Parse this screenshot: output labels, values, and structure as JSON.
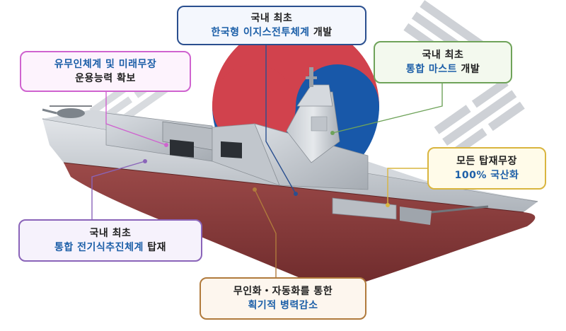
{
  "callouts": {
    "aegis": {
      "line1": "국내 최초",
      "line2_highlight": "한국형 이지스전투체계",
      "line2_suffix": " 개발"
    },
    "unmanned": {
      "line1_highlight": "유무인체계 및 미래무장",
      "line2": "운용능력 확보"
    },
    "mast": {
      "line1": "국내 최초",
      "line2_highlight": "통합 마스트",
      "line2_suffix": " 개발"
    },
    "arms": {
      "line1": "모든 탑재무장",
      "line2_highlight": "100% 국산화"
    },
    "electric": {
      "line1": "국내 최초",
      "line2_highlight": "통합 전기식추진체계",
      "line2_suffix": " 탑재"
    },
    "auto": {
      "line1": "무인화・자동화를 통한",
      "line2_highlight": "획기적 병력감소"
    }
  },
  "colors": {
    "highlight_text": "#1c5fa8",
    "hull_red": "#8e3b3b",
    "hull_grey": "#cfd3d8",
    "flag_red": "#cd2e3a",
    "flag_blue": "#0047a0"
  }
}
